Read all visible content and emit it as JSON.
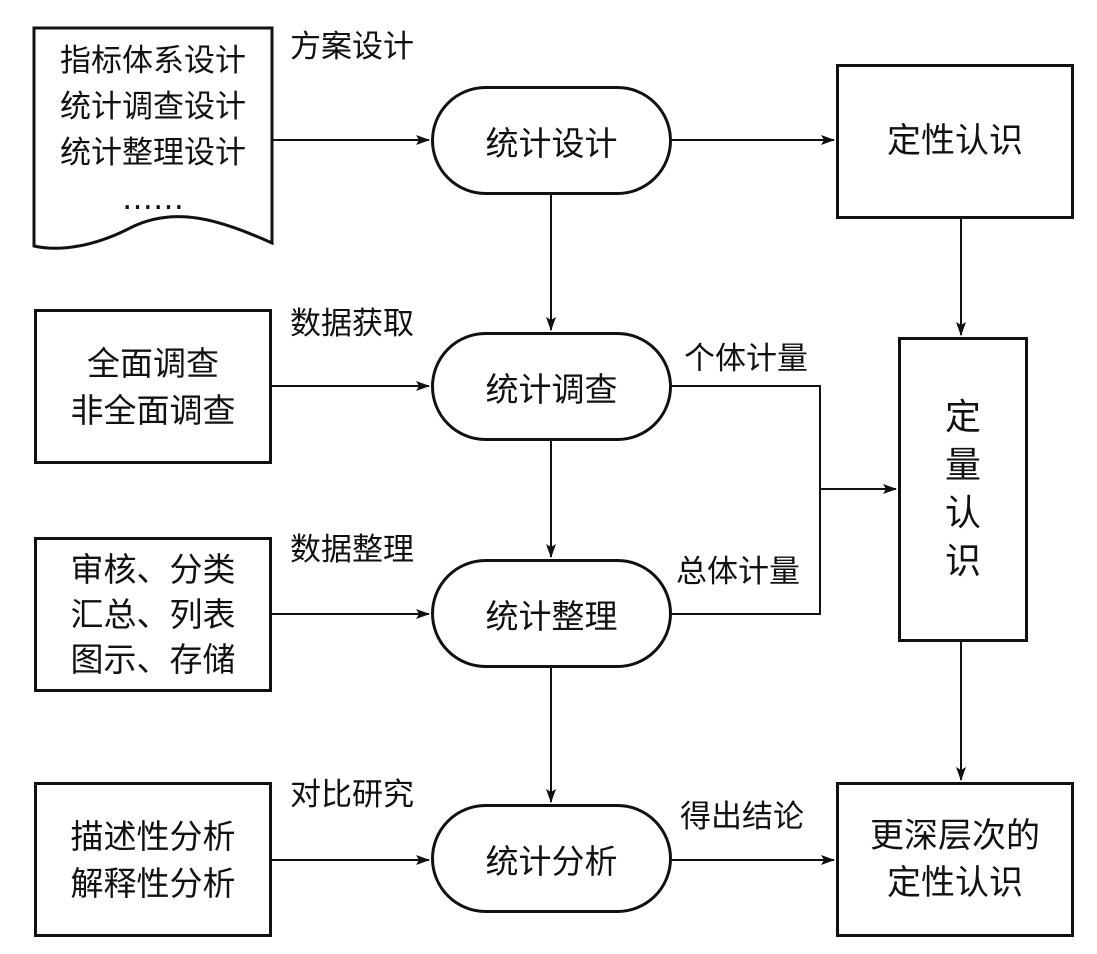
{
  "design": {
    "doc_lines": [
      "指标体系设计",
      "统计调查设计",
      "统计整理设计",
      "……"
    ],
    "label": "方案设计",
    "node": "统计设计"
  },
  "survey": {
    "input_lines": [
      "全面调查",
      "非全面调查"
    ],
    "label": "数据获取",
    "node": "统计调查",
    "out_label": "个体计量"
  },
  "arrange": {
    "input_lines": [
      "审核、分类",
      "汇总、列表",
      "图示、存储"
    ],
    "label": "数据整理",
    "node": "统计整理",
    "out_label": "总体计量"
  },
  "analysis": {
    "input_lines": [
      "描述性分析",
      "解释性分析"
    ],
    "label": "对比研究",
    "node": "统计分析",
    "out_label": "得出结论"
  },
  "right": {
    "qualitative": "定性认识",
    "quantitative_chars": [
      "定",
      "量",
      "认",
      "识"
    ],
    "deeper_lines": [
      "更深层次的",
      "定性认识"
    ]
  },
  "colors": {
    "stroke": "#111111",
    "background": "#ffffff"
  }
}
